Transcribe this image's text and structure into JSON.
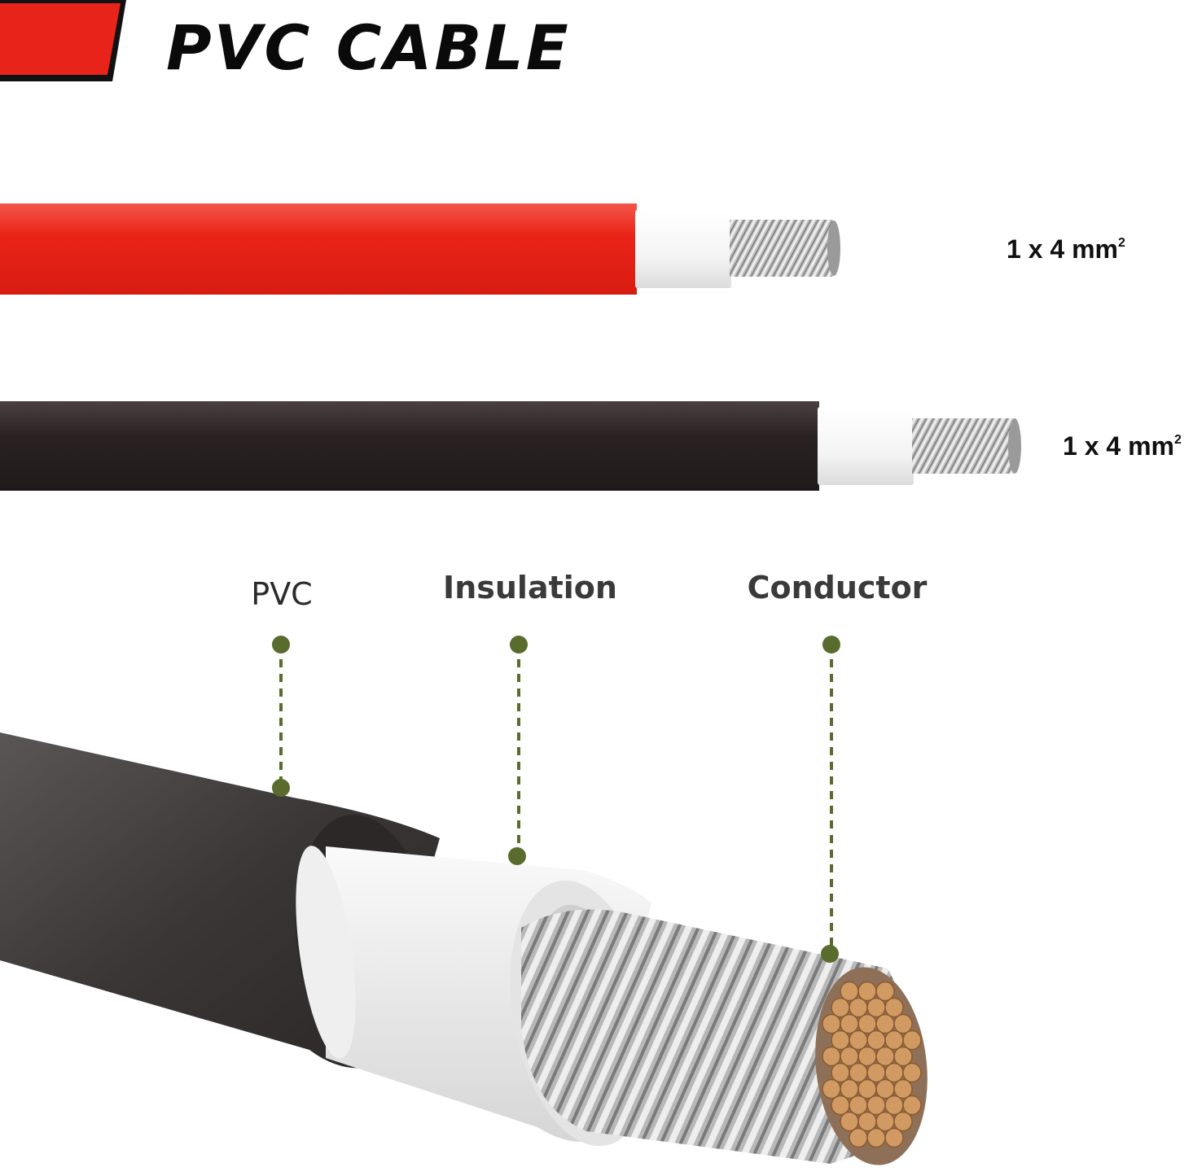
{
  "header": {
    "title": "PVC CABLE",
    "accent_color": "#e8231a"
  },
  "cables": [
    {
      "color_name": "red",
      "jacket_color": "#ea2317",
      "size_text": "1 x 4 mm",
      "size_unit_sup": "2"
    },
    {
      "color_name": "black",
      "jacket_color": "#2a2222",
      "size_text": "1 x 4 mm",
      "size_unit_sup": "2"
    }
  ],
  "cross_section": {
    "labels": [
      {
        "text": "PVC"
      },
      {
        "text": "Insulation"
      },
      {
        "text": "Conductor"
      }
    ],
    "callout_color": "#5a6b2e",
    "copper_color": "#d29a63"
  }
}
